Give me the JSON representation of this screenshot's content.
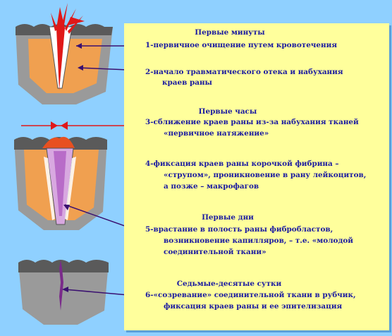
{
  "sections": [
    {
      "heading": "Первые минуты",
      "items": [
        {
          "lines": [
            "1-первичное очищение путем кровотечения"
          ]
        },
        {
          "lines": [
            "2-начало травматического отека и набухания",
            "краев раны"
          ]
        }
      ]
    },
    {
      "heading": "Первые часы",
      "items": [
        {
          "lines": [
            "3-сближение краев раны из-за набухания тканей",
            "«первичное натяжение»"
          ]
        },
        {
          "lines": [
            "4-фиксация краев раны корочкой фибрина –",
            "«струпом», проникновение в рану лейкоцитов,",
            "а позже – макрофагов"
          ]
        }
      ]
    },
    {
      "heading": "Первые дни",
      "items": [
        {
          "lines": [
            "5-врастание в полость раны фибробластов,",
            "возникновение капилляров, –  т.е. «молодой",
            "соединительной ткани»"
          ]
        }
      ]
    },
    {
      "heading": "Седьмые-десятые сутки",
      "items": [
        {
          "lines": [
            "6-«созревание» соединительной ткани в рубчик,",
            "фиксация краев раны и ее эпителизация"
          ]
        }
      ]
    }
  ],
  "colors": {
    "background": "#8fd0ff",
    "panel": "#ffff9c",
    "text": "#1b1ba0",
    "blood": "#e01818",
    "skin": "#9a9a9a",
    "fat": "#f0a050",
    "fibrin": "#b86cc8",
    "leader": "#3a1070"
  }
}
